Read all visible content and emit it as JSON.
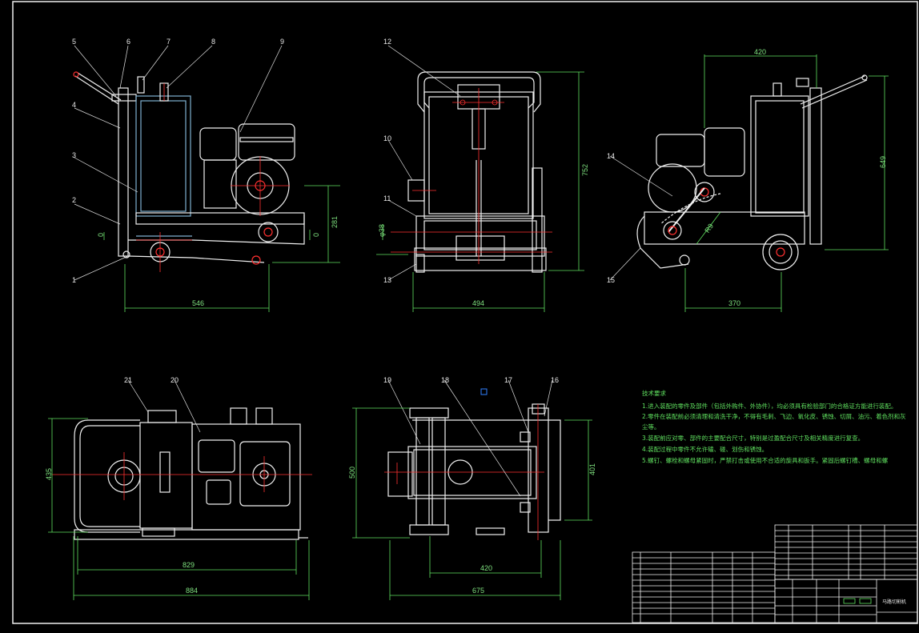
{
  "part_labels": [
    "1",
    "2",
    "3",
    "4",
    "5",
    "6",
    "7",
    "8",
    "9",
    "10",
    "11",
    "12",
    "13",
    "14",
    "15",
    "16",
    "17",
    "18",
    "19",
    "20",
    "21"
  ],
  "dimensions": {
    "side_width": "546",
    "side_height": "281",
    "front_width": "494",
    "front_height": "752",
    "right_top": "420",
    "right_height": "649",
    "right_bottom": "370",
    "right_angle": "R9",
    "top_depth": "435",
    "top_inner": "829",
    "top_overall": "884",
    "back_height": "500",
    "back_inner_height": "401",
    "back_inner_width": "420",
    "back_width": "675",
    "front_side_label": "φ38",
    "side_zero_a": "0",
    "side_zero_b": "0"
  },
  "notes": {
    "title": "技术要求",
    "lines": [
      "1.进入装配的零件及部件（包括外购件、外协件），均必须具有检验部门的合格证方能进行装配。",
      "2.零件在装配前必须清理和清洗干净，不得有毛刺、飞边、氧化皮、锈蚀、切屑、油污、着色剂和灰",
      "  尘等。",
      "3.装配前应对零、部件的主要配合尺寸，特别是过盈配合尺寸及相关精度进行复查。",
      "4.装配过程中零件不允许磕、碰、划伤和锈蚀。",
      "5.螺钉、螺栓和螺母紧固时，严禁打击或使用不合适的旋具和扳手。紧固后螺钉槽、螺母和螺"
    ]
  },
  "title_block": {
    "drawing_name": "马路切割机"
  }
}
